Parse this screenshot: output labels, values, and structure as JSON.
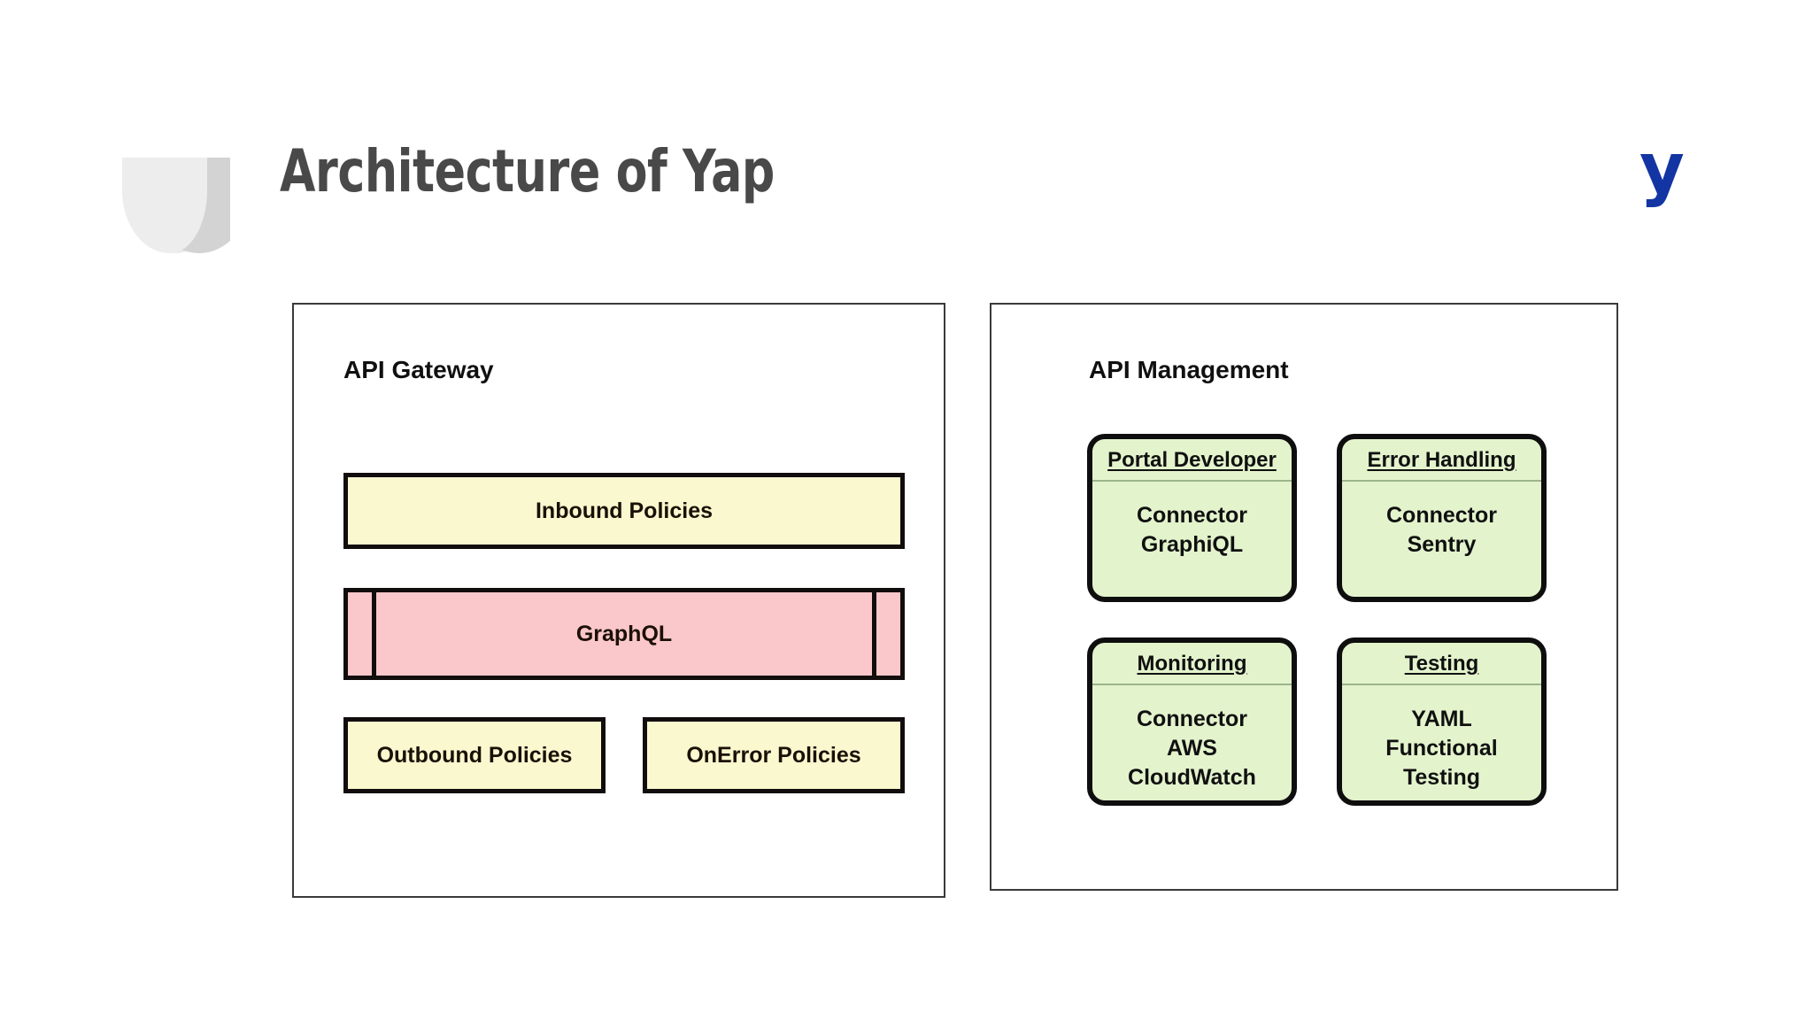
{
  "slide": {
    "title": "Architecture of Yap",
    "logo_text": "y",
    "logo_color": "#1335a3",
    "title_color": "#494949",
    "background_color": "#ffffff"
  },
  "panels": [
    {
      "id": "api-gateway",
      "title": "API Gateway",
      "boxes": [
        {
          "id": "inbound-policies",
          "label": "Inbound Policies",
          "fill": "#f9f8cf",
          "shape": "rect"
        },
        {
          "id": "graphql",
          "label": "GraphQL",
          "fill": "#fac7cb",
          "shape": "rect-with-side-rails"
        },
        {
          "id": "outbound-policies",
          "label": "Outbound Policies",
          "fill": "#f9f8cf",
          "shape": "rect"
        },
        {
          "id": "onerror-policies",
          "label": "OnError Policies",
          "fill": "#f9f8cf",
          "shape": "rect"
        }
      ]
    },
    {
      "id": "api-management",
      "title": "API Management",
      "cards": [
        {
          "id": "portal-developer",
          "title": "Portal Developer",
          "body": [
            "Connector",
            "GraphiQL"
          ],
          "fill": "#e3f3cc"
        },
        {
          "id": "error-handling",
          "title": "Error Handling",
          "body": [
            "Connector",
            "Sentry"
          ],
          "fill": "#e3f3cc"
        },
        {
          "id": "monitoring",
          "title": "Monitoring",
          "body": [
            "Connector",
            "AWS",
            "CloudWatch"
          ],
          "fill": "#e3f3cc"
        },
        {
          "id": "testing",
          "title": "Testing",
          "body": [
            "YAML",
            "Functional",
            "Testing"
          ],
          "fill": "#e3f3cc"
        }
      ]
    }
  ]
}
